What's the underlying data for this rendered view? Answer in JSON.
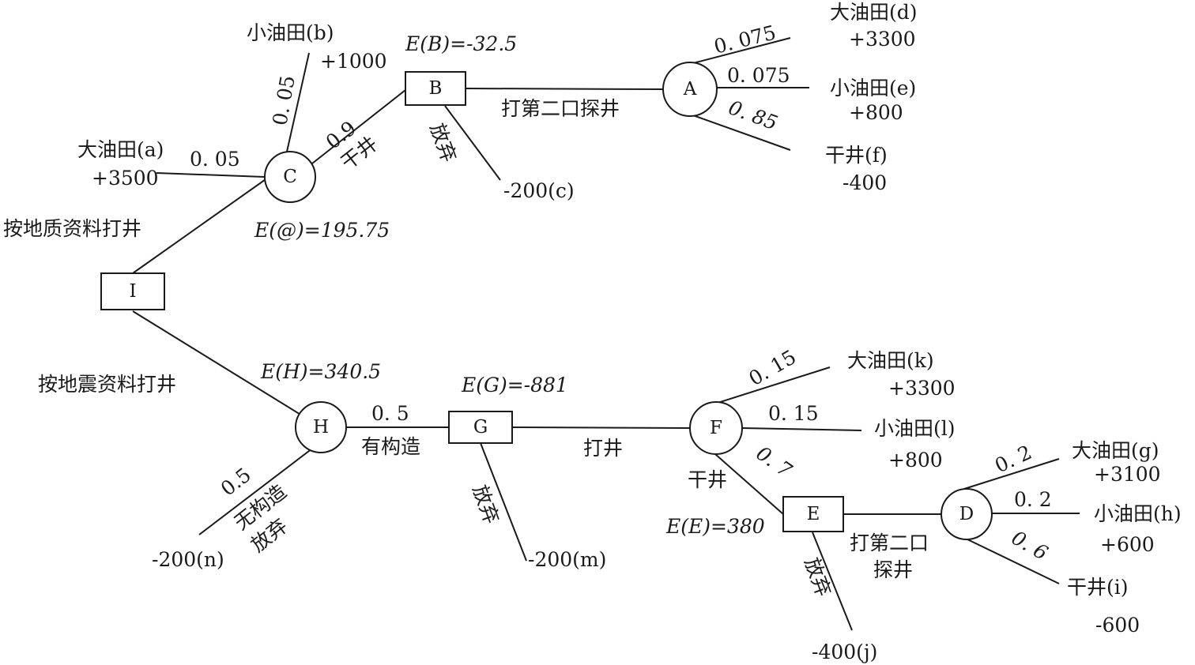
{
  "nodes": {
    "I": "I",
    "C": "C",
    "B": "B",
    "A": "A",
    "H": "H",
    "G": "G",
    "F": "F",
    "E": "E",
    "D": "D"
  },
  "expected_values": {
    "C": "E(@)=195.75",
    "B": "E(B)=-32.5",
    "H": "E(H)=340.5",
    "G": "E(G)=-881",
    "E": "E(E)=380"
  },
  "branch_labels": {
    "geology": "按地质资料打井",
    "seismic": "按地震资料打井",
    "dry_C": "干井",
    "abandon_B": "放弃",
    "second_well_A": "打第二口探井",
    "structure": "有构造",
    "no_structure": "无构造",
    "abandon_n": "放弃",
    "abandon_G": "放弃",
    "drill_F": "打井",
    "dry_F": "干井",
    "abandon_E": "放弃",
    "second_well_D_1": "打第二口",
    "second_well_D_2": "探井"
  },
  "probabilities": {
    "C_a": "0. 05",
    "C_b": "0. 05",
    "C_B": "0.9",
    "A_d": "0. 075",
    "A_e": "0. 075",
    "A_f": "0. 85",
    "H_G": "0. 5",
    "H_n": "0.5",
    "F_k": "0. 15",
    "F_l": "0. 15",
    "F_E": "0. 7",
    "D_g": "0. 2",
    "D_h": "0. 2",
    "D_i": "0. 6"
  },
  "outcomes": {
    "a_name": "大油田(a)",
    "a_val": "+3500",
    "b_name": "小油田(b)",
    "b_val": "+1000",
    "c": "-200(c)",
    "d_name": "大油田(d)",
    "d_val": "+3300",
    "e_name": "小油田(e)",
    "e_val": "+800",
    "f_name": "干井(f)",
    "f_val": "-400",
    "k_name": "大油田(k)",
    "k_val": "+3300",
    "l_name": "小油田(l)",
    "l_val": "+800",
    "m": "-200(m)",
    "n": "-200(n)",
    "g_name": "大油田(g)",
    "g_val": "+3100",
    "h_name": "小油田(h)",
    "h_val": "+600",
    "i_name": "干井(i)",
    "i_val": "-600",
    "j": "-400(j)"
  }
}
